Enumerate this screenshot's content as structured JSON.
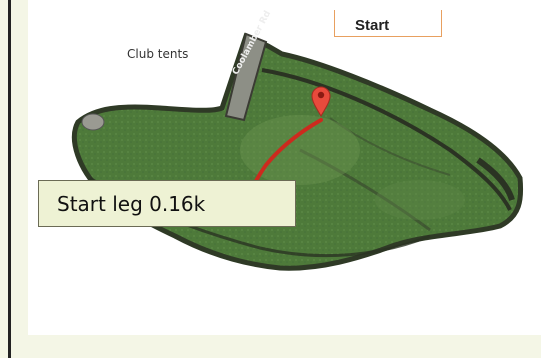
{
  "map": {
    "start_label": "Start",
    "club_tents_label": "Club tents",
    "leg_label": "Start leg 0.16k",
    "road_label": "Coolamber Rd",
    "colors": {
      "field": "#4f7a3a",
      "hedge": "#2f3a26",
      "route": "#cc2a1e",
      "marker": "#e84a3c",
      "label_bg": "#eef2d4"
    },
    "icons": [
      "location-pin-icon"
    ]
  }
}
